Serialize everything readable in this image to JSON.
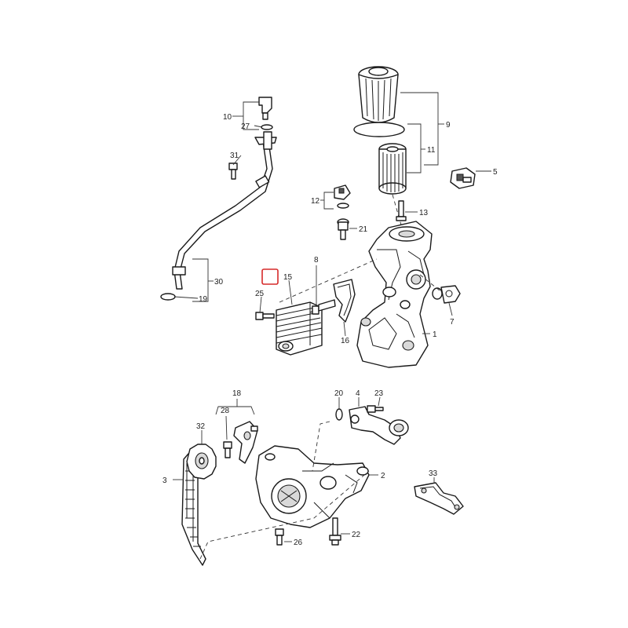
{
  "highlight_color": "#d62a2a",
  "callouts": {
    "c1": "1",
    "c2": "2",
    "c3": "3",
    "c4": "4",
    "c5": "5",
    "c7": "7",
    "c8": "8",
    "c9": "9",
    "c10": "10",
    "c11": "11",
    "c12": "12",
    "c13": "13",
    "c15": "15",
    "c16": "16",
    "c18": "18",
    "c19": "19",
    "c20": "20",
    "c21": "21",
    "c22": "22",
    "c23": "23",
    "c25": "25",
    "c26": "26",
    "c27": "27",
    "c28": "28",
    "c30": "30",
    "c31": "31",
    "c32": "32",
    "c33": "33"
  }
}
